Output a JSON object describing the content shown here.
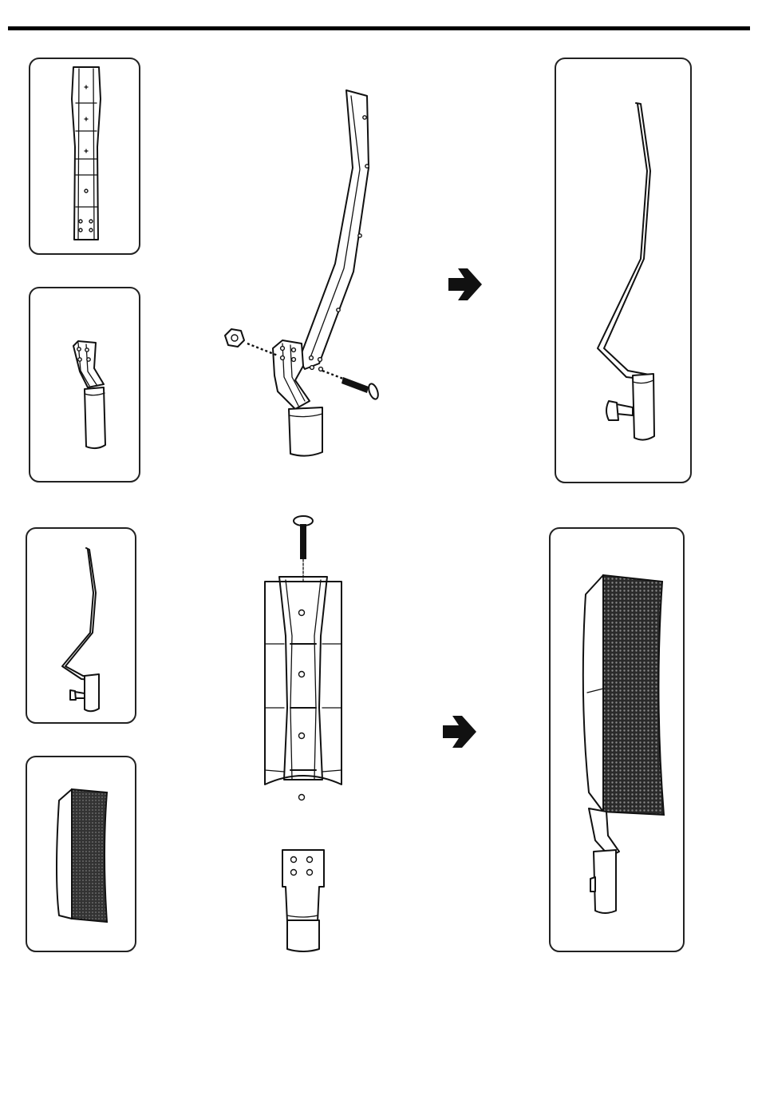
{
  "colors": {
    "ink": "#111111",
    "paper": "#ffffff",
    "grille": "#2a2a2a"
  },
  "steps": [
    {
      "parts": [
        "rail-bracket",
        "mounting-bracket"
      ],
      "action_icon": "arrow-right-icon",
      "result": "rail-assembly"
    },
    {
      "parts": [
        "rail-assembly",
        "speaker-module"
      ],
      "action_icon": "arrow-right-icon",
      "result": "speaker-on-rail"
    }
  ]
}
